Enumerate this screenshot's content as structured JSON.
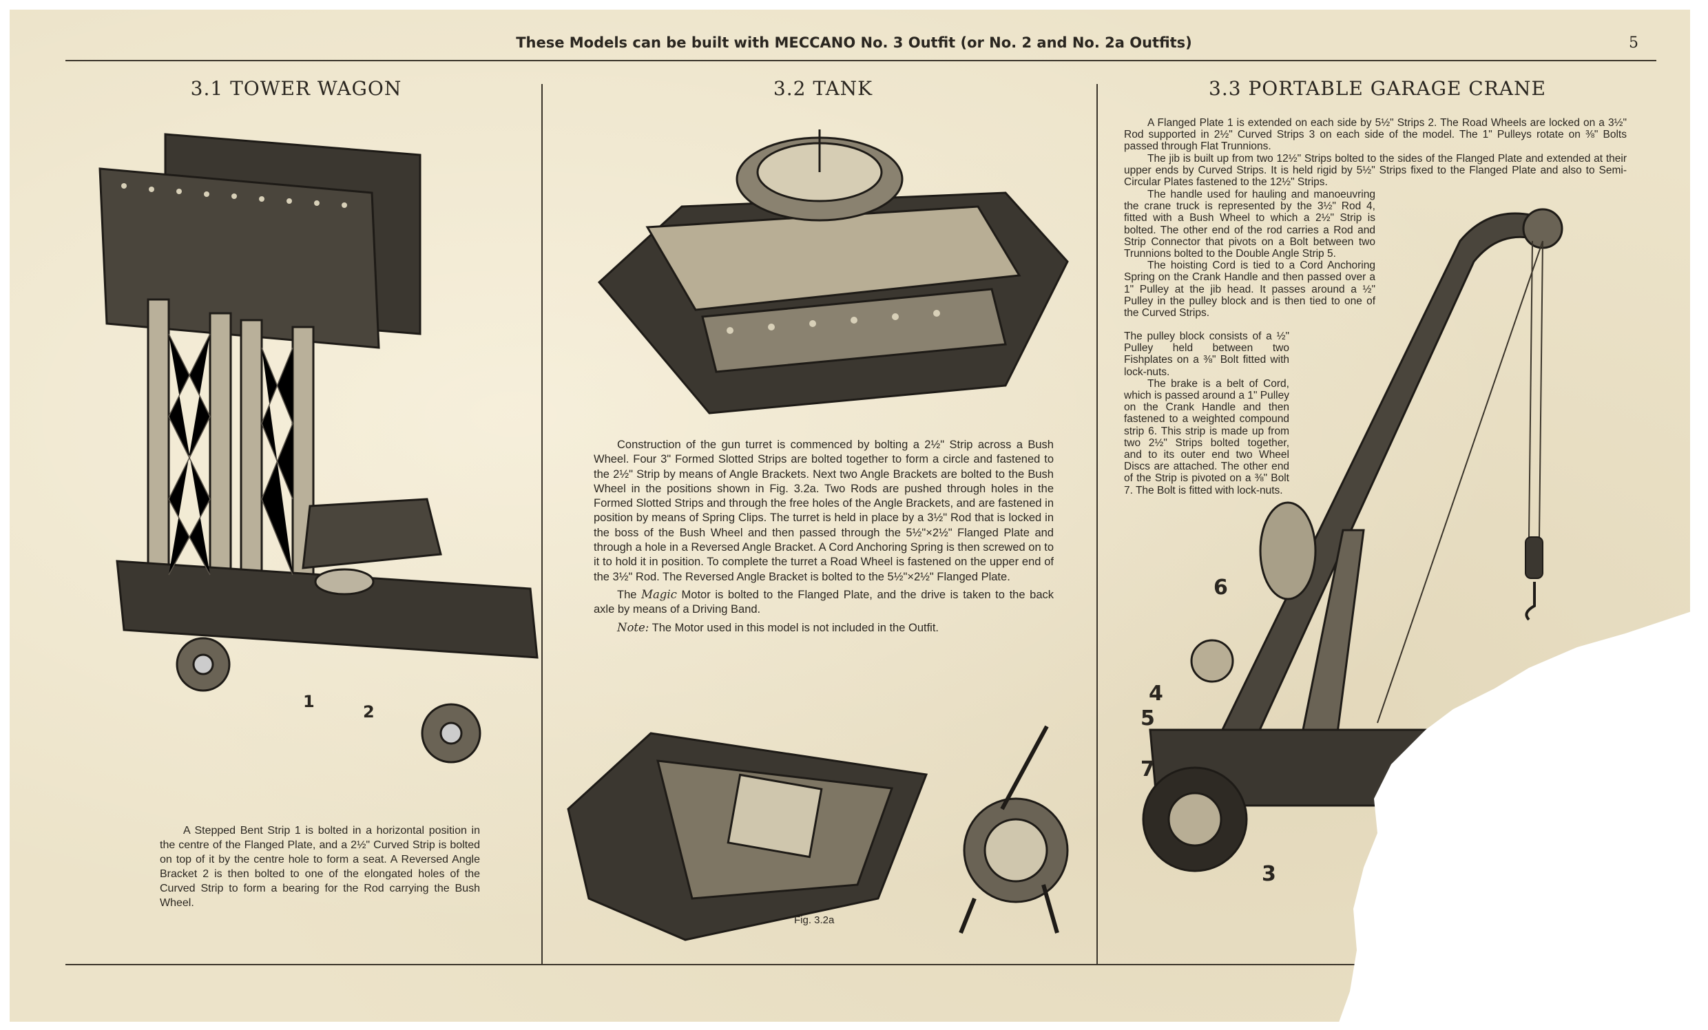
{
  "header": {
    "title": "These Models can be built with MECCANO No. 3 Outfit (or No. 2 and No. 2a Outfits)",
    "page_number": "5"
  },
  "models": [
    {
      "title": "3.1  TOWER WAGON",
      "labels": [
        "1",
        "2"
      ],
      "text": [
        "A Stepped Bent Strip 1 is bolted in a horizontal position in the centre of the Flanged Plate, and a 2½\" Curved Strip is bolted on top of it by the centre hole to form a seat. A Reversed Angle Bracket 2 is then bolted to one of the elongated holes of the Curved Strip to form a bearing for the Rod carrying the Bush Wheel."
      ]
    },
    {
      "title": "3.2  TANK",
      "figure_caption": "Fig. 3.2a",
      "text": [
        "Construction of the gun turret is commenced by bolting a 2½\" Strip across a Bush Wheel. Four 3\" Formed Slotted Strips are bolted together to form a circle and fastened to the 2½\" Strip by means of Angle Brackets. Next two Angle Brackets are bolted to the Bush Wheel in the positions shown in Fig. 3.2a. Two Rods are pushed through holes in the Formed Slotted Strips and through the free holes of the Angle Brackets, and are fastened in position by means of Spring Clips. The turret is held in place by a 3½\" Rod that is locked in the boss of the Bush Wheel and then passed through the 5½\"×2½\" Flanged Plate and through a hole in a Reversed Angle Bracket. A Cord Anchoring Spring is then screwed on to it to hold it in position. To complete the turret a Road Wheel is fastened on the upper end of the 3½\" Rod. The Reversed Angle Bracket is bolted to the 5½\"×2½\" Flanged Plate."
      ],
      "motor_text_prefix": "The ",
      "motor_text_italic": "Magic",
      "motor_text": " Motor is bolted to the Flanged Plate, and the drive is taken to the back axle by means of a Driving Band.",
      "note_label": "Note:",
      "note_text": " The Motor used in this model is not included in the Outfit."
    },
    {
      "title": "3.3  PORTABLE GARAGE CRANE",
      "labels": [
        "6",
        "4",
        "5",
        "7",
        "3"
      ],
      "text": [
        "A Flanged Plate 1 is extended on each side by 5½\" Strips 2. The Road Wheels are locked on a 3½\" Rod supported in 2½\" Curved Strips 3 on each side of the model. The 1\" Pulleys rotate on ⅜\" Bolts passed through Flat Trunnions.",
        "The jib is built up from two 12½\" Strips bolted to the sides of the Flanged Plate and extended at their upper ends by Curved Strips. It is held rigid by 5½\" Strips fixed to the Flanged Plate and also to Semi-Circular Plates fastened to the 12½\" Strips.",
        "The handle used for hauling and manoeuvring the crane truck is represented by the 3½\" Rod 4, fitted with a Bush Wheel to which a 2½\" Strip is bolted. The other end of the rod carries a Rod and Strip Connector that pivots on a Bolt between two Trunnions bolted to the Double Angle Strip 5.",
        "The hoisting Cord is tied to a Cord Anchoring Spring on the Crank Handle and then passed over a 1\" Pulley at the jib head. It passes around a ½\" Pulley in the pulley block and is then tied to one of the Curved Strips.",
        "The pulley block consists of a ½\" Pulley held between two Fishplates on a ⅜\" Bolt fitted with lock-nuts.",
        "The brake is a belt of Cord, which is passed around a 1\" Pulley on the Crank Handle and then fastened to a weighted compound strip 6. This strip is made up from two 2½\" Strips bolted together, and to its outer end two Wheel Discs are attached. The other end of the Strip is pivoted on a ⅜\" Bolt 7. The Bolt is fitted with lock-nuts."
      ]
    }
  ]
}
